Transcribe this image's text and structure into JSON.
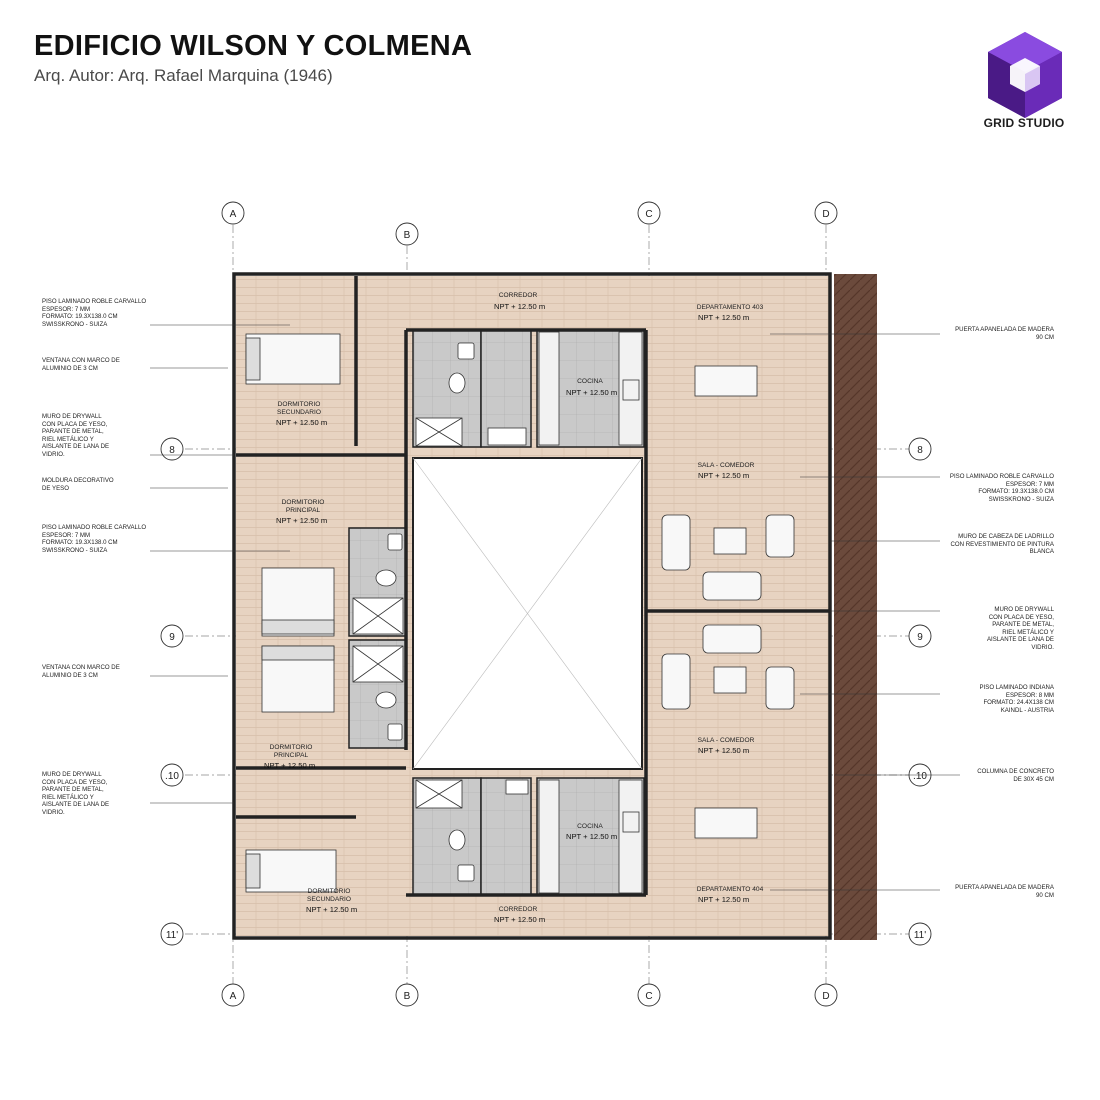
{
  "header": {
    "title": "EDIFICIO WILSON Y COLMENA",
    "subtitle": "Arq. Autor: Arq. Rafael Marquina (1946)"
  },
  "brand": {
    "name": "GRID STUDIO",
    "colors": {
      "logo_dark": "#4a1a86",
      "logo_mid": "#6a2bb8",
      "logo_light": "#8a4be0"
    }
  },
  "colors": {
    "floor": "#e7d3c1",
    "wall": "#2a2a2a",
    "tile": "#c9c9c9",
    "brick": "#6b4a3c",
    "courtyard": "#ffffff"
  },
  "grid": {
    "columns_top": [
      "A",
      "B",
      "C",
      "D"
    ],
    "columns_bottom": [
      "A",
      "B",
      "C",
      "D"
    ],
    "rows_left": [
      "8",
      "9",
      ".10",
      "11'"
    ],
    "rows_right": [
      "8",
      "9",
      ".10",
      "11'"
    ]
  },
  "notes_left": [
    "PISO LAMINADO ROBLE CARVALLO\nESPESOR: 7 MM\nFORMATO: 19.3X138.0 CM\nSWISSKRONO - SUIZA",
    "VENTANA CON MARCO DE\nALUMINIO DE 3 CM",
    "MURO DE DRYWALL\nCON PLACA DE YESO,\nPARANTE DE METAL,\nRIEL METÁLICO Y\nAISLANTE DE LANA DE\nVIDRIO.",
    "MOLDURA DECORATIVO\nDE YESO",
    "PISO LAMINADO ROBLE CARVALLO\nESPESOR: 7 MM\nFORMATO: 19.3X138.0 CM\nSWISSKRONO - SUIZA",
    "VENTANA CON MARCO DE\nALUMINIO DE 3 CM",
    "MURO DE DRYWALL\nCON PLACA DE YESO,\nPARANTE DE METAL,\nRIEL METÁLICO Y\nAISLANTE DE LANA DE\nVIDRIO."
  ],
  "notes_right": [
    "PUERTA APANELADA DE MADERA\n90 CM",
    "PISO LAMINADO ROBLE CARVALLO\nESPESOR: 7 MM\nFORMATO: 19.3X138.0 CM\nSWISSKRONO - SUIZA",
    "MURO DE CABEZA DE LADRILLO\nCON REVESTIMIENTO DE PINTURA\nBLANCA",
    "MURO DE DRYWALL\nCON PLACA DE YESO,\nPARANTE DE METAL,\nRIEL METÁLICO Y\nAISLANTE DE LANA DE\nVIDRIO.",
    "PISO LAMINADO INDIANA\nESPESOR: 8 MM\nFORMATO: 24.4X138 CM\nKAINDL - AUSTRIA",
    "COLUMNA DE CONCRETO\nDE 30X 45 CM",
    "PUERTA APANELADA DE MADERA\n90 CM"
  ],
  "rooms": [
    {
      "name": "CORREDOR",
      "level": "NPT + 12.50 m"
    },
    {
      "name": "DEPARTAMENTO 403",
      "level": "NPT + 12.50 m"
    },
    {
      "name": "COCINA",
      "level": "NPT + 12.50 m"
    },
    {
      "name": "DORMITORIO\nSECUNDARIO",
      "level": "NPT + 12.50 m"
    },
    {
      "name": "SALA - COMEDOR",
      "level": "NPT + 12.50 m"
    },
    {
      "name": "DORMITORIO\nPRINCIPAL",
      "level": "NPT + 12.50 m"
    },
    {
      "name": "SALA - COMEDOR",
      "level": "NPT + 12.50 m"
    },
    {
      "name": "DORMITORIO\nPRINCIPAL",
      "level": "NPT + 12.50 m"
    },
    {
      "name": "COCINA",
      "level": "NPT + 12.50 m"
    },
    {
      "name": "DORMITORIO\nSECUNDARIO",
      "level": "NPT + 12.50 m"
    },
    {
      "name": "DEPARTAMENTO 404",
      "level": "NPT + 12.50 m"
    },
    {
      "name": "CORREDOR",
      "level": "NPT + 12.50 m"
    }
  ]
}
